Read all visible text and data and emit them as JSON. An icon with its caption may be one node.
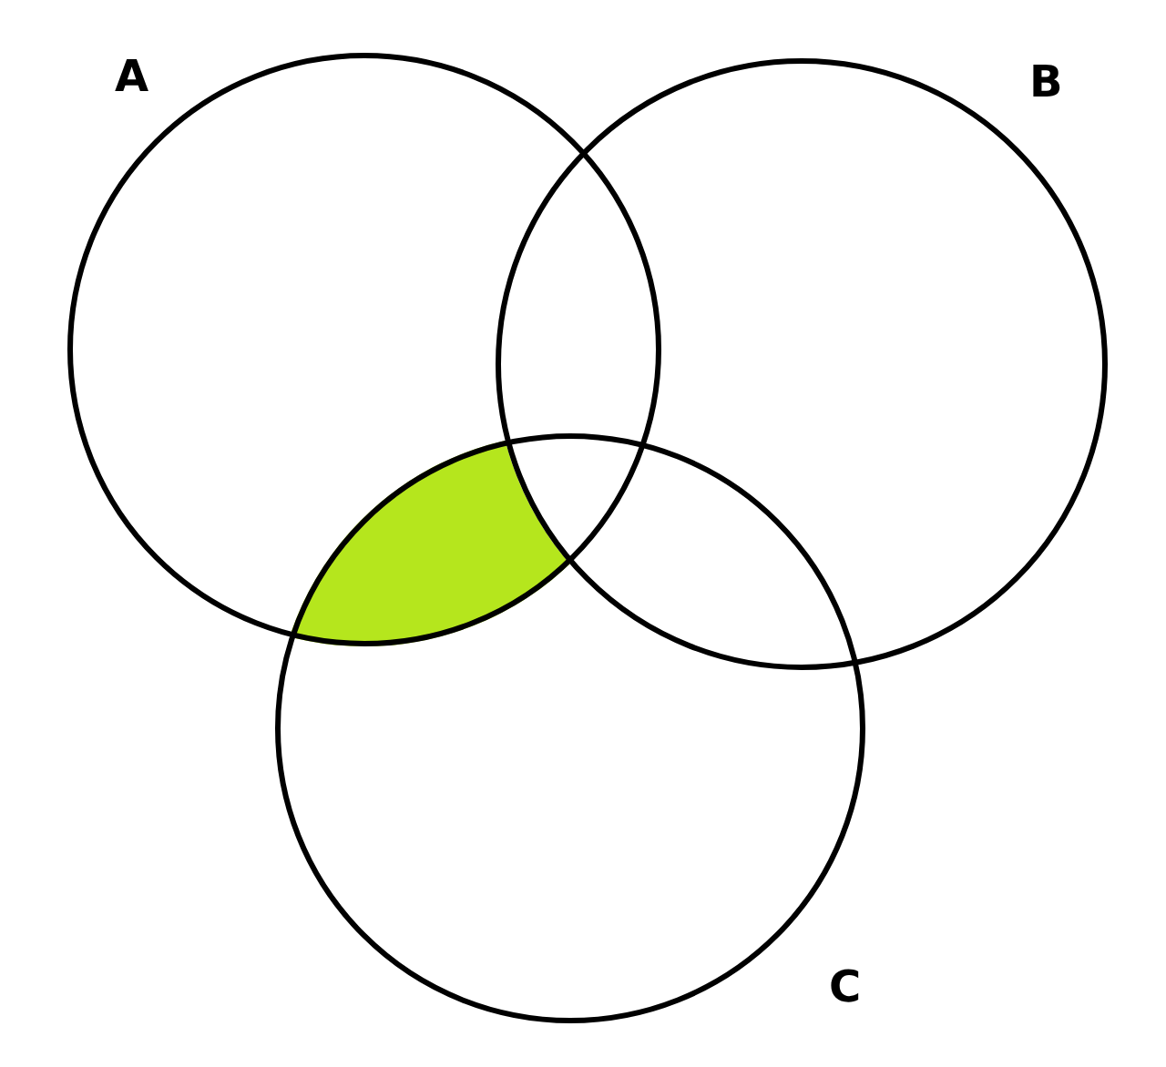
{
  "diagram": {
    "nodes": [
      {
        "text": [
          "A"
        ]
      },
      {
        "text": [
          "B"
        ]
      },
      {
        "text": [
          "C"
        ]
      },
      {
        "text": [],
        "shape": "region"
      }
    ]
  }
}
